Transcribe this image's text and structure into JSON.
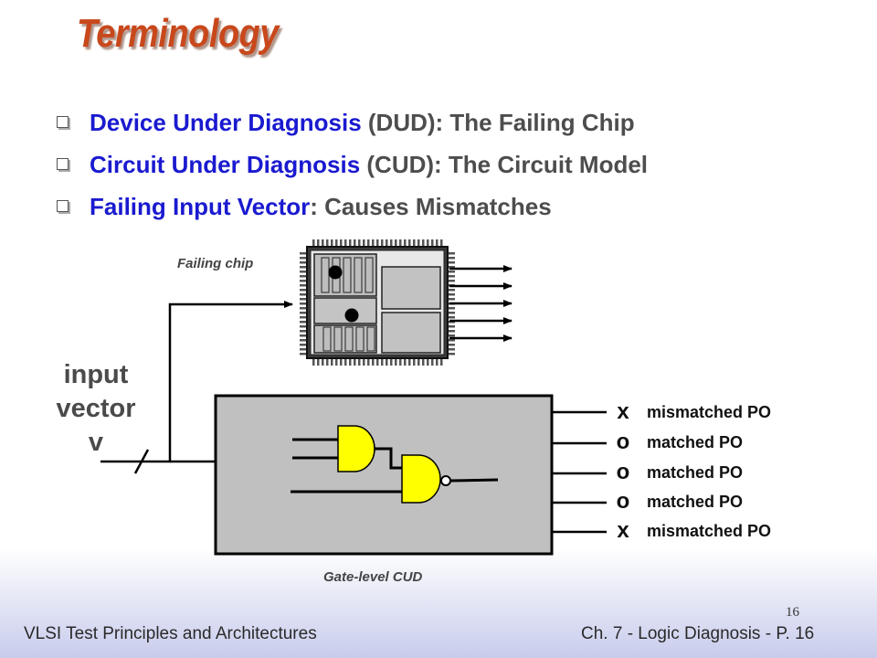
{
  "slide": {
    "title": "Terminology",
    "bullets": [
      {
        "highlight": "Device Under Diagnosis",
        "rest": " (DUD): The Failing Chip"
      },
      {
        "highlight": "Circuit Under Diagnosis",
        "rest": " (CUD): The Circuit Model"
      },
      {
        "highlight": "Failing Input Vector",
        "rest": ": Causes Mismatches"
      }
    ]
  },
  "diagram": {
    "failing_chip_label": "Failing chip",
    "cud_label": "Gate-level CUD",
    "input_label": "input\nvector\nv",
    "po_rows": [
      {
        "mark": "x",
        "text": "mismatched PO"
      },
      {
        "mark": "o",
        "text": "matched PO"
      },
      {
        "mark": "o",
        "text": "matched PO"
      },
      {
        "mark": "o",
        "text": "matched PO"
      },
      {
        "mark": "x",
        "text": "mismatched PO"
      }
    ]
  },
  "footer": {
    "left": "VLSI Test Principles and Architectures",
    "right": "Ch. 7 - Logic Diagnosis  - P. 16",
    "page_number": "16"
  },
  "colors": {
    "title": "#c8481c",
    "highlight": "#1a1ad0",
    "gate_fill": "#ffff00"
  }
}
